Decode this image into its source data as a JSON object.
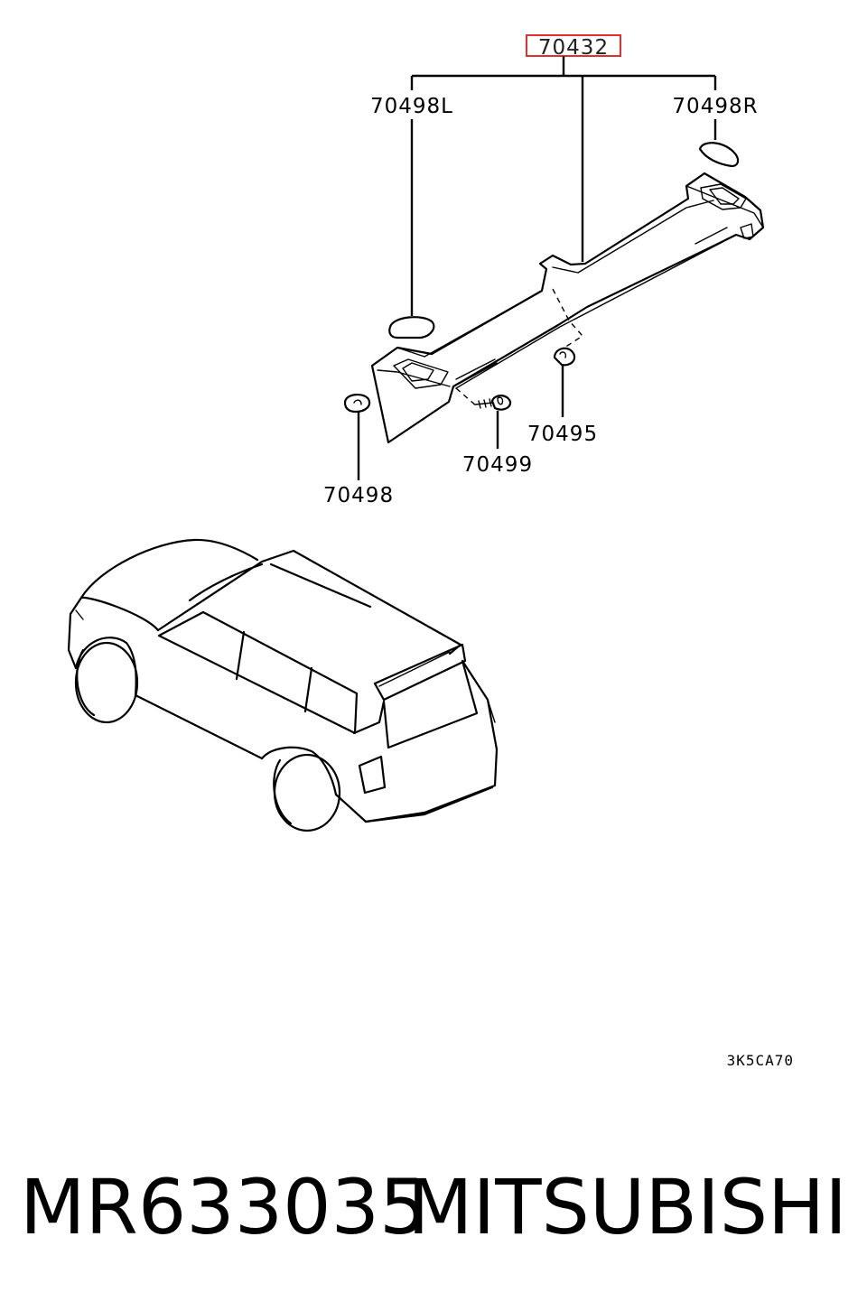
{
  "highlighted_part": "70432",
  "callouts": {
    "c70498L": "70498L",
    "c70498R": "70498R",
    "c70495": "70495",
    "c70499": "70499",
    "c70498": "70498"
  },
  "diagram_code": "3K5CA70",
  "footer": {
    "part_number": "MR633035",
    "brand": "MITSUBISHI"
  },
  "colors": {
    "highlight_box": "#e03030",
    "line": "#000000"
  },
  "icons": [
    "spoiler-trim-part",
    "cap-left",
    "cap-right",
    "clip",
    "screw",
    "grommet",
    "vehicle-rear-view"
  ]
}
